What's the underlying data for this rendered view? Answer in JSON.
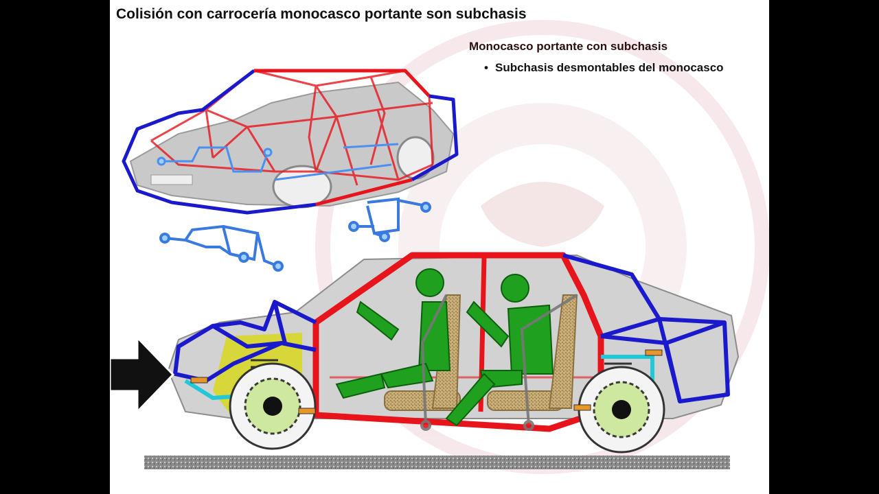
{
  "slide": {
    "title": "Colisión con carrocería monocasco portante son subchasis",
    "subtitle": "Monocasco portante con subchasis",
    "bullets": [
      "Subchasis desmontables del monocasco"
    ],
    "bullet_glyph": "•"
  },
  "colors": {
    "page_bg": "#000000",
    "slide_bg": "#ffffff",
    "monocoque_red": "#e8141c",
    "subframe_blue": "#1a1acc",
    "subframe_light_blue": "#4a90f0",
    "subframe_cyan": "#20c8d8",
    "dummy_green": "#1fa01f",
    "seat_beige": "#c9b07a",
    "watermark": "#f0d8dc"
  },
  "icons": {
    "impact_arrow": "right-arrow-icon",
    "wheel": "wheel-icon",
    "watermark": "logo-watermark-icon"
  }
}
